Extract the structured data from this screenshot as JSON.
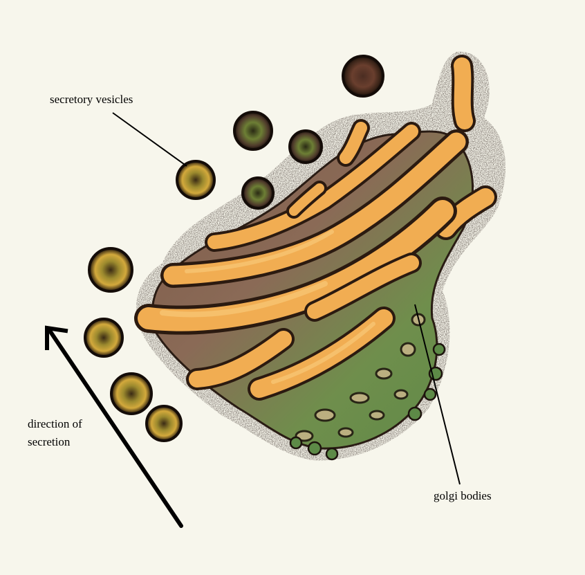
{
  "labels": {
    "secretory_vesicles": "secretory vesicles",
    "direction_line1": "direction of",
    "direction_line2": "secretion",
    "golgi_bodies": "golgi bodies"
  },
  "colors": {
    "paper": "#f7f6ec",
    "cisterna_fill": "#f1ad52",
    "cisterna_highlight": "#f8c878",
    "stack_green": "#6f9a4e",
    "stack_mauve": "#8d6a5a",
    "stipple": "#1a140f",
    "vesicle_outer": "#2b1a12",
    "vesicle_inner": "#c5a235",
    "arrow": "#000000"
  }
}
